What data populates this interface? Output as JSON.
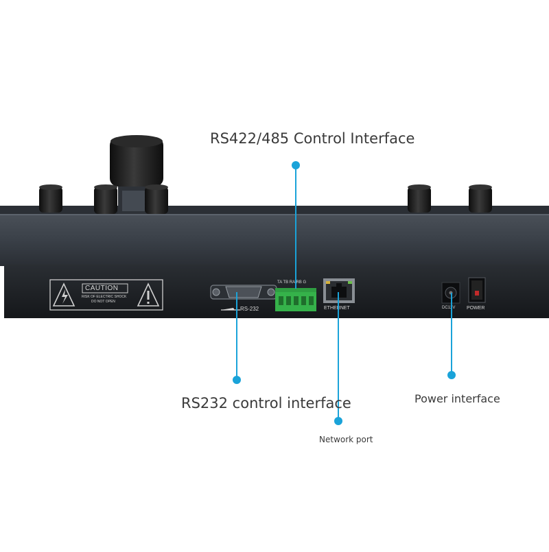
{
  "callouts": {
    "rs485": "RS422/485 Control Interface",
    "rs232": "RS232 control interface",
    "network": "Network port",
    "power": "Power interface"
  },
  "panel": {
    "caution_title": "CAUTION",
    "caution_line1": "RISK OF ELECTRIC SHOCK",
    "caution_line2": "DO NOT OPEN",
    "rs232_label": "RS-232",
    "terminal_labels": "TA TB RA RB G",
    "ethernet_label": "ETHERNET",
    "dc_label": "DC12V",
    "power_label": "POWER"
  },
  "colors": {
    "accent": "#1aa3d9",
    "housing": "#3a4048",
    "panel": "#1e2126",
    "knob": "#1b1b1b",
    "terminal": "#35b24a"
  },
  "icons": [
    "warning-triangle-icon",
    "lightning-icon",
    "exclamation-icon",
    "db9-connector-icon",
    "rj45-jack-icon",
    "dc-jack-icon",
    "rocker-switch-icon"
  ]
}
